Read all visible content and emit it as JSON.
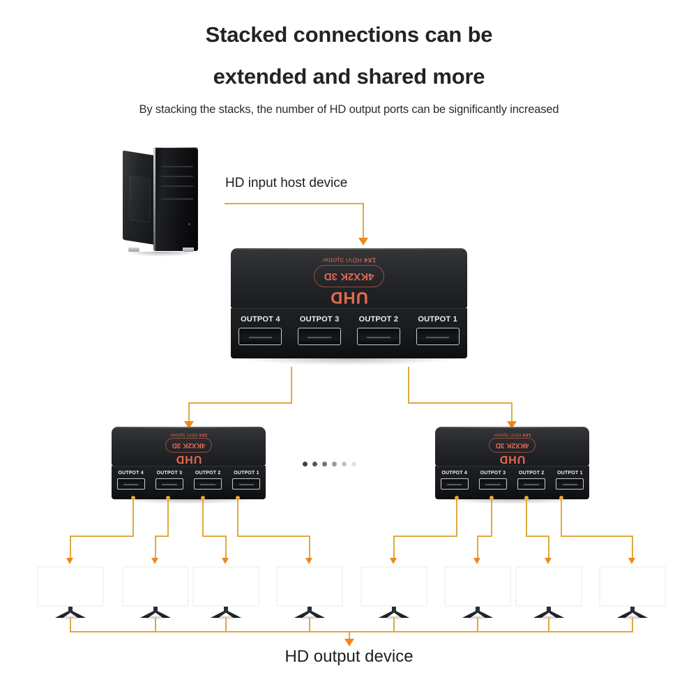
{
  "headings": {
    "title_line1": "Stacked connections can be",
    "title_line2": "extended and shared more",
    "subtitle": "By stacking the stacks, the number of HD output ports can be significantly increased"
  },
  "labels": {
    "host": "HD input host device",
    "output": "HD output device"
  },
  "device": {
    "brand": "UHD",
    "model": "4KX2K 3D",
    "sub_prefix": "1X4",
    "sub_text": "HDVI  Splitter",
    "ports": [
      "OUTPOT 4",
      "OUTPOT 3",
      "OUTPOT 2",
      "OUTPOT 1"
    ]
  },
  "devices": {
    "main": {
      "name": "main-splitter"
    },
    "left": {
      "name": "left-splitter"
    },
    "right": {
      "name": "right-splitter"
    }
  },
  "monitors": {
    "count": 8,
    "wallpaper": "galaxy-nebula"
  },
  "dots": {
    "count": 6,
    "colors": [
      "#3f3f3f",
      "#575757",
      "#757575",
      "#9a9a9a",
      "#c4c4c4",
      "#e2e2e2"
    ]
  },
  "colors": {
    "line": "#E0A93C",
    "arrow": "#F0861C",
    "device_body": "#1c1e21",
    "brand_text": "#E2694E",
    "background": "#FFFFFF",
    "heading_text": "#232323"
  }
}
